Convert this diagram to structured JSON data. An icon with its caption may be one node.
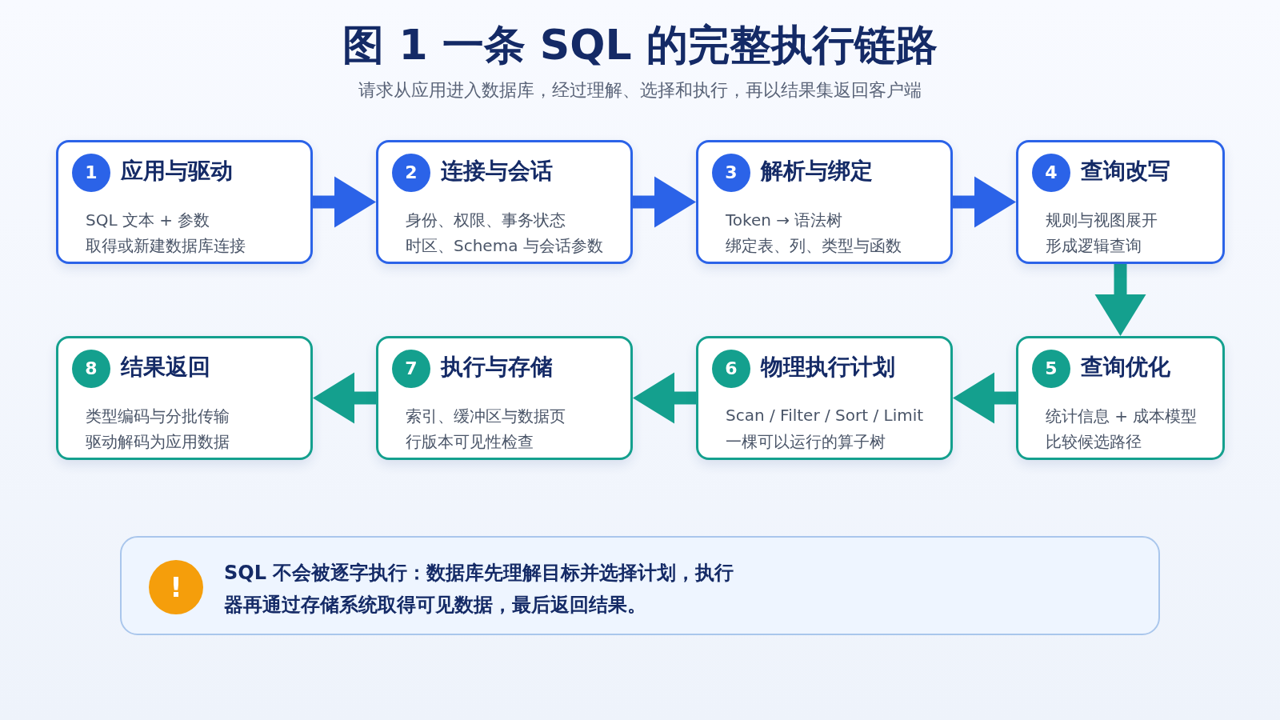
{
  "diagram": {
    "title": "图 1 一条 SQL 的完整执行链路",
    "caption": "请求从应用进入数据库，经过理解、选择和执行，再以结果集返回客户端",
    "nodes": [
      {
        "text": [
          "1",
          "应用与驱动",
          "SQL 文本 + 参数",
          "取得或新建数据库连接"
        ]
      },
      {
        "text": [
          "2",
          "连接与会话",
          "身份、权限、事务状态",
          "时区、Schema 与会话参数"
        ]
      },
      {
        "text": [
          "3",
          "解析与绑定",
          "Token → 语法树",
          "绑定表、列、类型与函数"
        ]
      },
      {
        "text": [
          "4",
          "查询改写",
          "规则与视图展开",
          "形成逻辑查询"
        ]
      },
      {
        "text": [
          "5",
          "查询优化",
          "统计信息 + 成本模型",
          "比较候选路径"
        ]
      },
      {
        "text": [
          "6",
          "物理执行计划",
          "Scan / Filter / Sort / Limit",
          "一棵可以运行的算子树"
        ]
      },
      {
        "text": [
          "7",
          "执行与存储",
          "索引、缓冲区与数据页",
          "行版本可见性检查"
        ]
      },
      {
        "text": [
          "8",
          "结果返回",
          "类型编码与分批传输",
          "驱动解码为应用数据"
        ]
      },
      {
        "text": [
          "!",
          "SQL 不会被逐字执行：数据库先理解目标并选择计划，执行器再通过存储系统取得可见数据，最后返回结果。"
        ]
      }
    ],
    "edges": [
      {
        "from": 0,
        "to": 1,
        "arrow": "to",
        "color": "#2b63e8"
      },
      {
        "from": 1,
        "to": 2,
        "arrow": "to",
        "color": "#2b63e8"
      },
      {
        "from": 2,
        "to": 3,
        "arrow": "to",
        "color": "#2b63e8"
      },
      {
        "from": 3,
        "to": 4,
        "arrow": "to",
        "color": "#14a08e"
      },
      {
        "from": 4,
        "to": 5,
        "arrow": "to",
        "color": "#14a08e"
      },
      {
        "from": 5,
        "to": 6,
        "arrow": "to",
        "color": "#14a08e"
      },
      {
        "from": 6,
        "to": 7,
        "arrow": "to",
        "color": "#14a08e"
      }
    ]
  }
}
